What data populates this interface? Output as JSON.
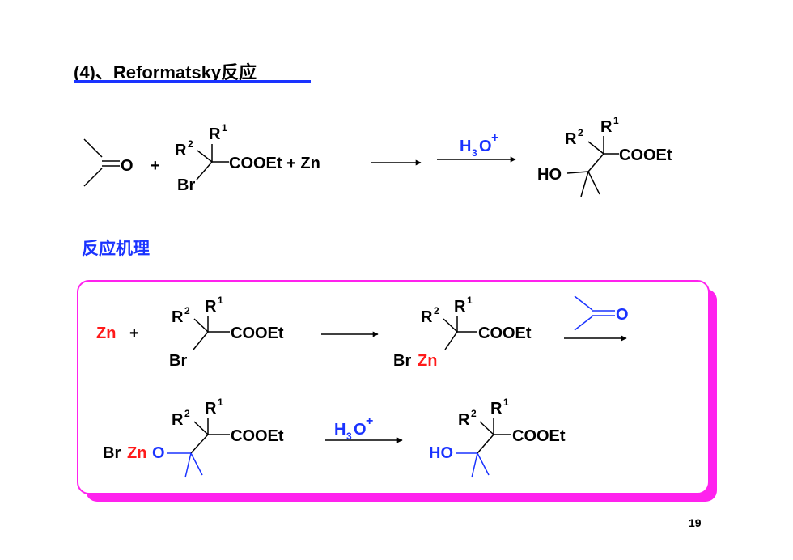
{
  "title": "(4)、Reformatsky反应",
  "mechanism_title": "反应机理",
  "page_number": "19",
  "colors": {
    "blue": "#1a33ff",
    "red": "#ff1a1a",
    "magenta": "#ff22ee",
    "black": "#000000"
  },
  "labels": {
    "plus": "+",
    "ketone_o": "O",
    "r1": "R",
    "r2": "R",
    "sup1": "1",
    "sup2": "2",
    "cooet": "COOEt",
    "cooet_plus_zn": "COOEt + Zn",
    "br": "Br",
    "h3o": "H",
    "h3o_sub": "3",
    "h3o_o": "O",
    "h3o_plus": "+",
    "ho": "HO",
    "zn": "Zn",
    "brzn_br": "Br",
    "brzn_zn": "Zn",
    "brzno_o": "O"
  }
}
